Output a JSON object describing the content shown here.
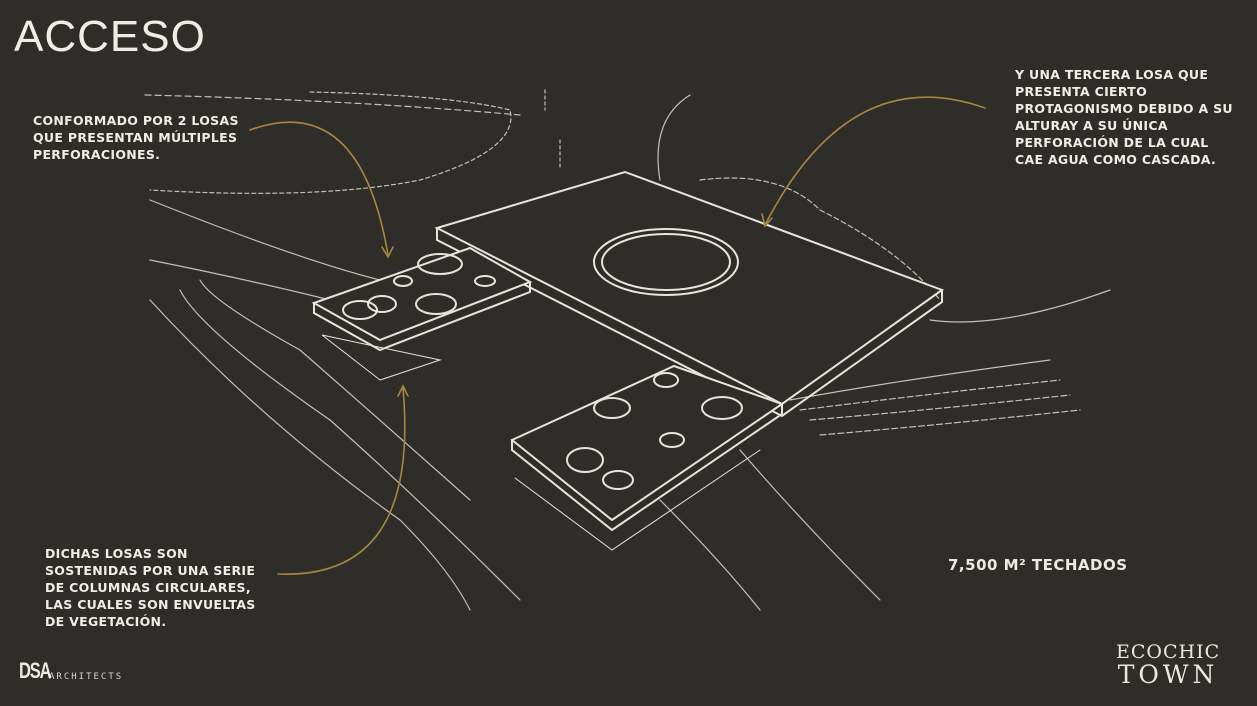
{
  "slide": {
    "title": "ACCESO",
    "notes": [
      "CONFORMADO POR 2 LOSAS QUE PRESENTAN MÚLTIPLES PERFORACIONES.",
      "Y UNA TERCERA LOSA QUE PRESENTA CIERTO PROTAGONISMO DEBIDO A SU ALTURAY A SU ÚNICA PERFORACIÓN DE LA CUAL CAE AGUA COMO CASCADA.",
      "DICHAS LOSAS SON SOSTENIDAS POR UNA SERIE DE COLUMNAS CIRCULARES, LAS CUALES SON ENVUELTAS DE VEGETACIÓN."
    ],
    "area_label": "7,500 M² TECHADOS"
  },
  "footer": {
    "dsa_mark": "DSA",
    "dsa_text": "ARCHITECTS",
    "brand_line1": "ECOCHIC",
    "brand_line2": "TOWN"
  },
  "colors": {
    "background": "#2f2d2a",
    "accent": "#a8863f",
    "text": "#f1ede6"
  }
}
